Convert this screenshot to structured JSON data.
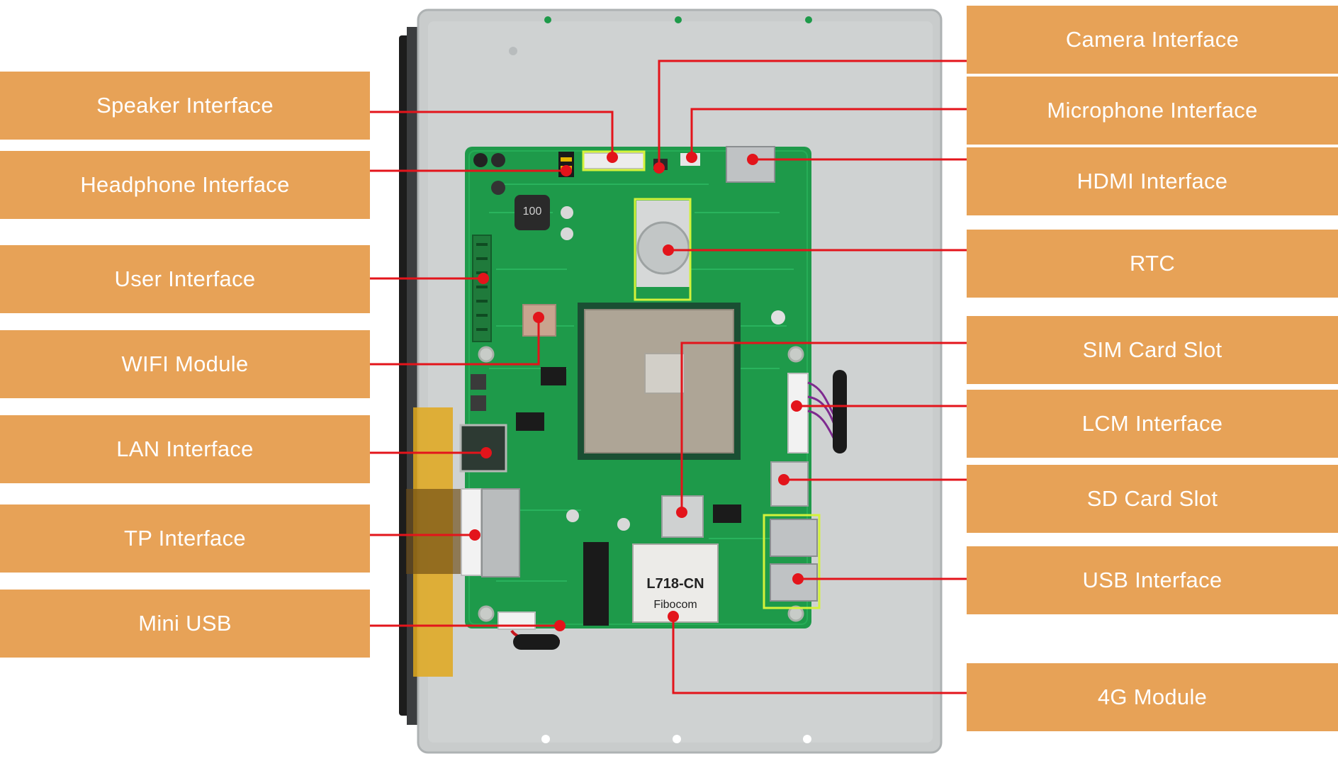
{
  "colors": {
    "label_box": "#e7a257",
    "label_text": "#ffffff",
    "leader_line": "#e3141b",
    "pcb": "#1e9a4a",
    "panel": "#c9cccc",
    "highlight": "#d4f23a",
    "flex_cable": "#e0a81c"
  },
  "left_labels": [
    {
      "id": "speaker",
      "text": "Speaker Interface"
    },
    {
      "id": "headphone",
      "text": "Headphone Interface"
    },
    {
      "id": "user",
      "text": "User Interface"
    },
    {
      "id": "wifi",
      "text": "WIFI Module"
    },
    {
      "id": "lan",
      "text": "LAN Interface"
    },
    {
      "id": "tp",
      "text": "TP Interface"
    },
    {
      "id": "miniusb",
      "text": "Mini USB"
    }
  ],
  "right_labels": [
    {
      "id": "camera",
      "text": "Camera Interface"
    },
    {
      "id": "microphone",
      "text": "Microphone Interface"
    },
    {
      "id": "hdmi",
      "text": "HDMI Interface"
    },
    {
      "id": "rtc",
      "text": "RTC"
    },
    {
      "id": "sim",
      "text": "SIM Card Slot"
    },
    {
      "id": "lcm",
      "text": "LCM Interface"
    },
    {
      "id": "sd",
      "text": "SD Card Slot"
    },
    {
      "id": "usb",
      "text": "USB Interface"
    },
    {
      "id": "4g",
      "text": "4G Module"
    }
  ],
  "board_markings": {
    "inductor": "100",
    "module_brand": "Fibocom",
    "module_model": "L718-CN"
  }
}
